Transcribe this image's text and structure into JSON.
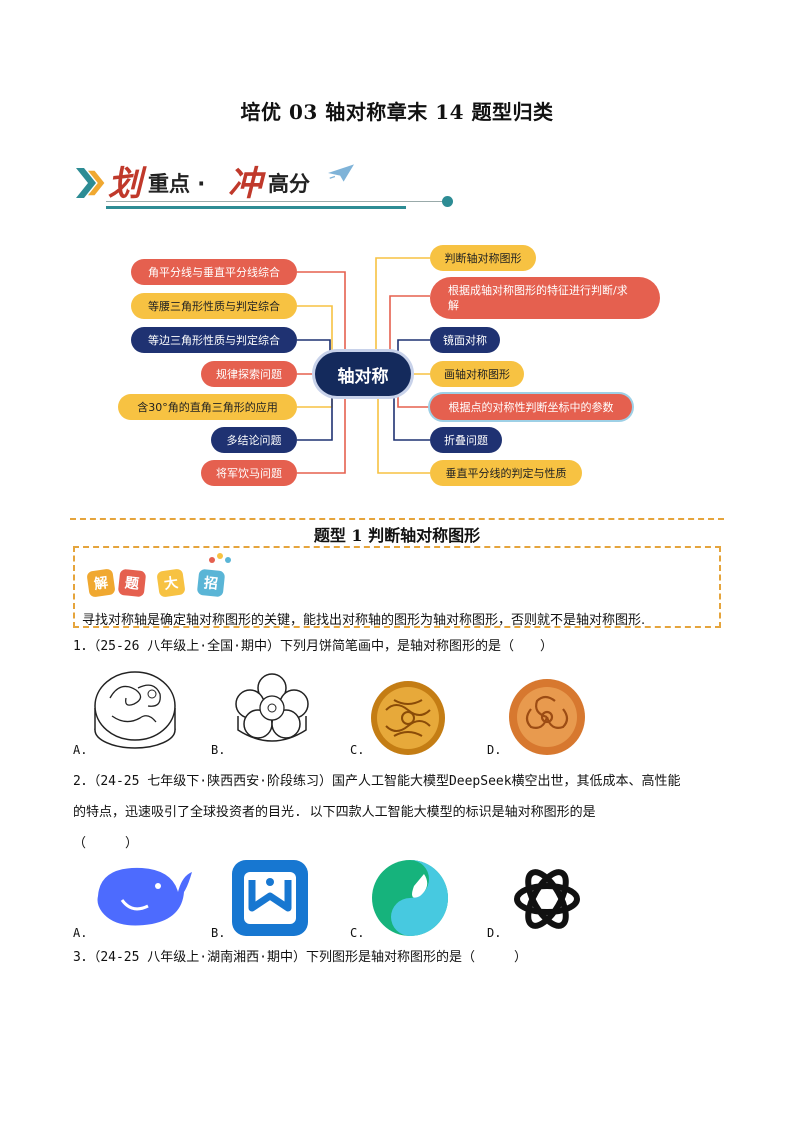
{
  "title": "培优 03  轴对称章末 14 题型归类",
  "banner": {
    "char1": "划",
    "text1": "重点 ·",
    "char2": "冲",
    "text2": "高分"
  },
  "mindmap": {
    "center": "轴对称",
    "left": [
      {
        "label": "角平分线与垂直平分线综合",
        "color": "red"
      },
      {
        "label": "等腰三角形性质与判定综合",
        "color": "yellow"
      },
      {
        "label": "等边三角形性质与判定综合",
        "color": "blue"
      },
      {
        "label": "规律探索问题",
        "color": "red"
      },
      {
        "label": "含30°角的直角三角形的应用",
        "color": "yellow"
      },
      {
        "label": "多结论问题",
        "color": "blue"
      },
      {
        "label": "将军饮马问题",
        "color": "red"
      }
    ],
    "right": [
      {
        "label": "判断轴对称图形",
        "color": "yellow"
      },
      {
        "label": "根据成轴对称图形的特征进行判断/求",
        "label2": "解",
        "color": "red"
      },
      {
        "label": "镜面对称",
        "color": "blue"
      },
      {
        "label": "画轴对称图形",
        "color": "yellow"
      },
      {
        "label": "根据点的对称性判断坐标中的参数",
        "color": "red"
      },
      {
        "label": "折叠问题",
        "color": "blue"
      },
      {
        "label": "垂直平分线的判定与性质",
        "color": "yellow"
      }
    ]
  },
  "section": {
    "title": "题型 1    判断轴对称图形",
    "badges": [
      "解",
      "题",
      "大",
      "招"
    ],
    "tip": "寻找对称轴是确定轴对称图形的关键，能找出对称轴的图形为轴对称图形，否则就不是轴对称图形."
  },
  "questions": [
    {
      "text": "1．（25-26 八年级上·全国·期中）下列月饼简笔画中，是轴对称图形的是（　　）",
      "options": [
        "A.",
        "B.",
        "C.",
        "D."
      ]
    },
    {
      "text": "2．（24-25 七年级下·陕西西安·阶段练习）国产人工智能大模型DeepSeek横空出世，其低成本、高性能",
      "text2": "的特点，迅速吸引了全球投资者的目光. 以下四款人工智能大模型的标识是轴对称图形的是",
      "text3": "（　　　）",
      "options": [
        "A.",
        "B.",
        "C.",
        "D."
      ]
    },
    {
      "text": "3．（24-25 八年级上·湖南湘西·期中）下列图形是轴对称图形的是（　　　）"
    }
  ],
  "colors": {
    "red": "#e5604f",
    "yellow": "#f7c242",
    "blue": "#1f3272",
    "accent": "#2d8c94",
    "dash": "#e5a43c"
  }
}
